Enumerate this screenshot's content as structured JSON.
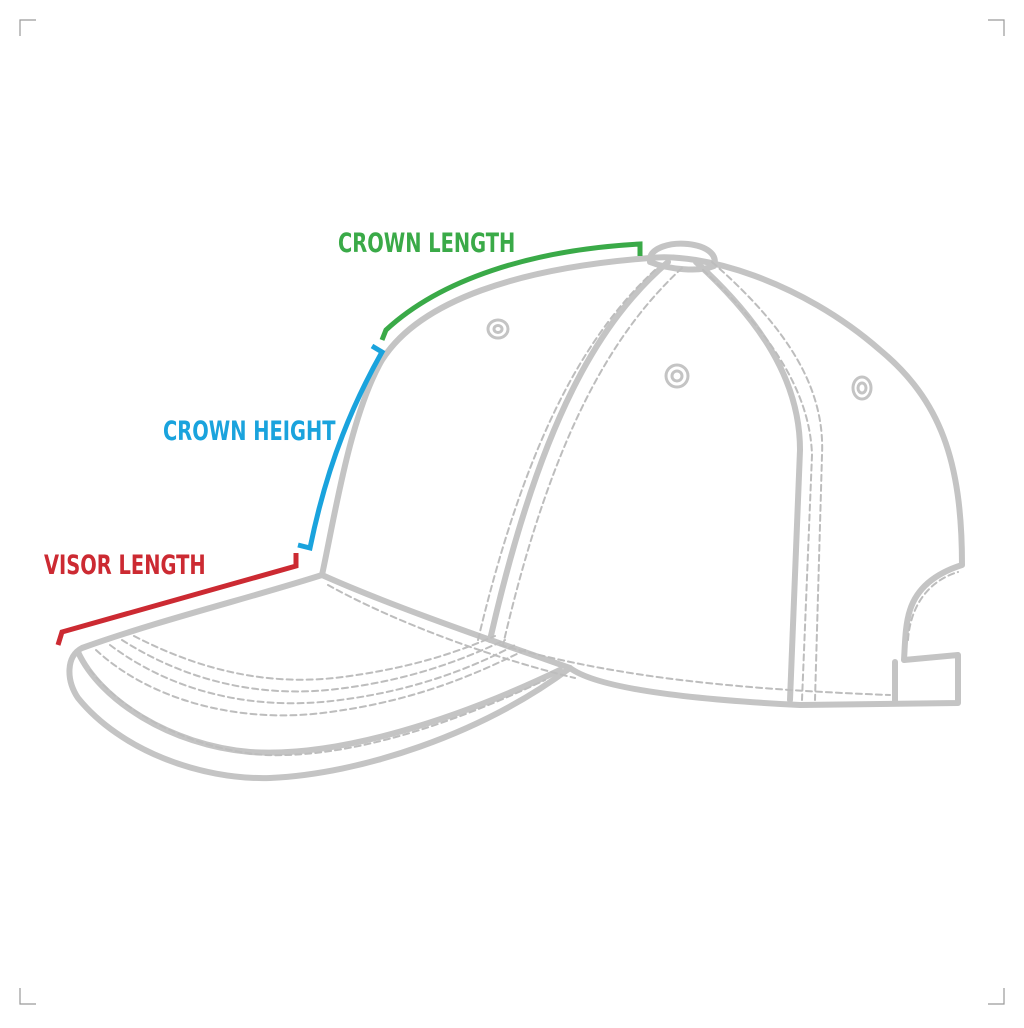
{
  "measurements": [
    {
      "id": "crown_length",
      "label": "CROWN LENGTH",
      "color": "#3aaa48"
    },
    {
      "id": "crown_height",
      "label": "CROWN HEIGHT",
      "color": "#1aa3dd"
    },
    {
      "id": "visor_length",
      "label": "VISOR LENGTH",
      "color": "#cc2a32"
    }
  ],
  "colors": {
    "outline": "#c4c4c4",
    "stitch": "#bdbdbd",
    "corner_marks": "#9a9a9a",
    "background": "#ffffff"
  }
}
